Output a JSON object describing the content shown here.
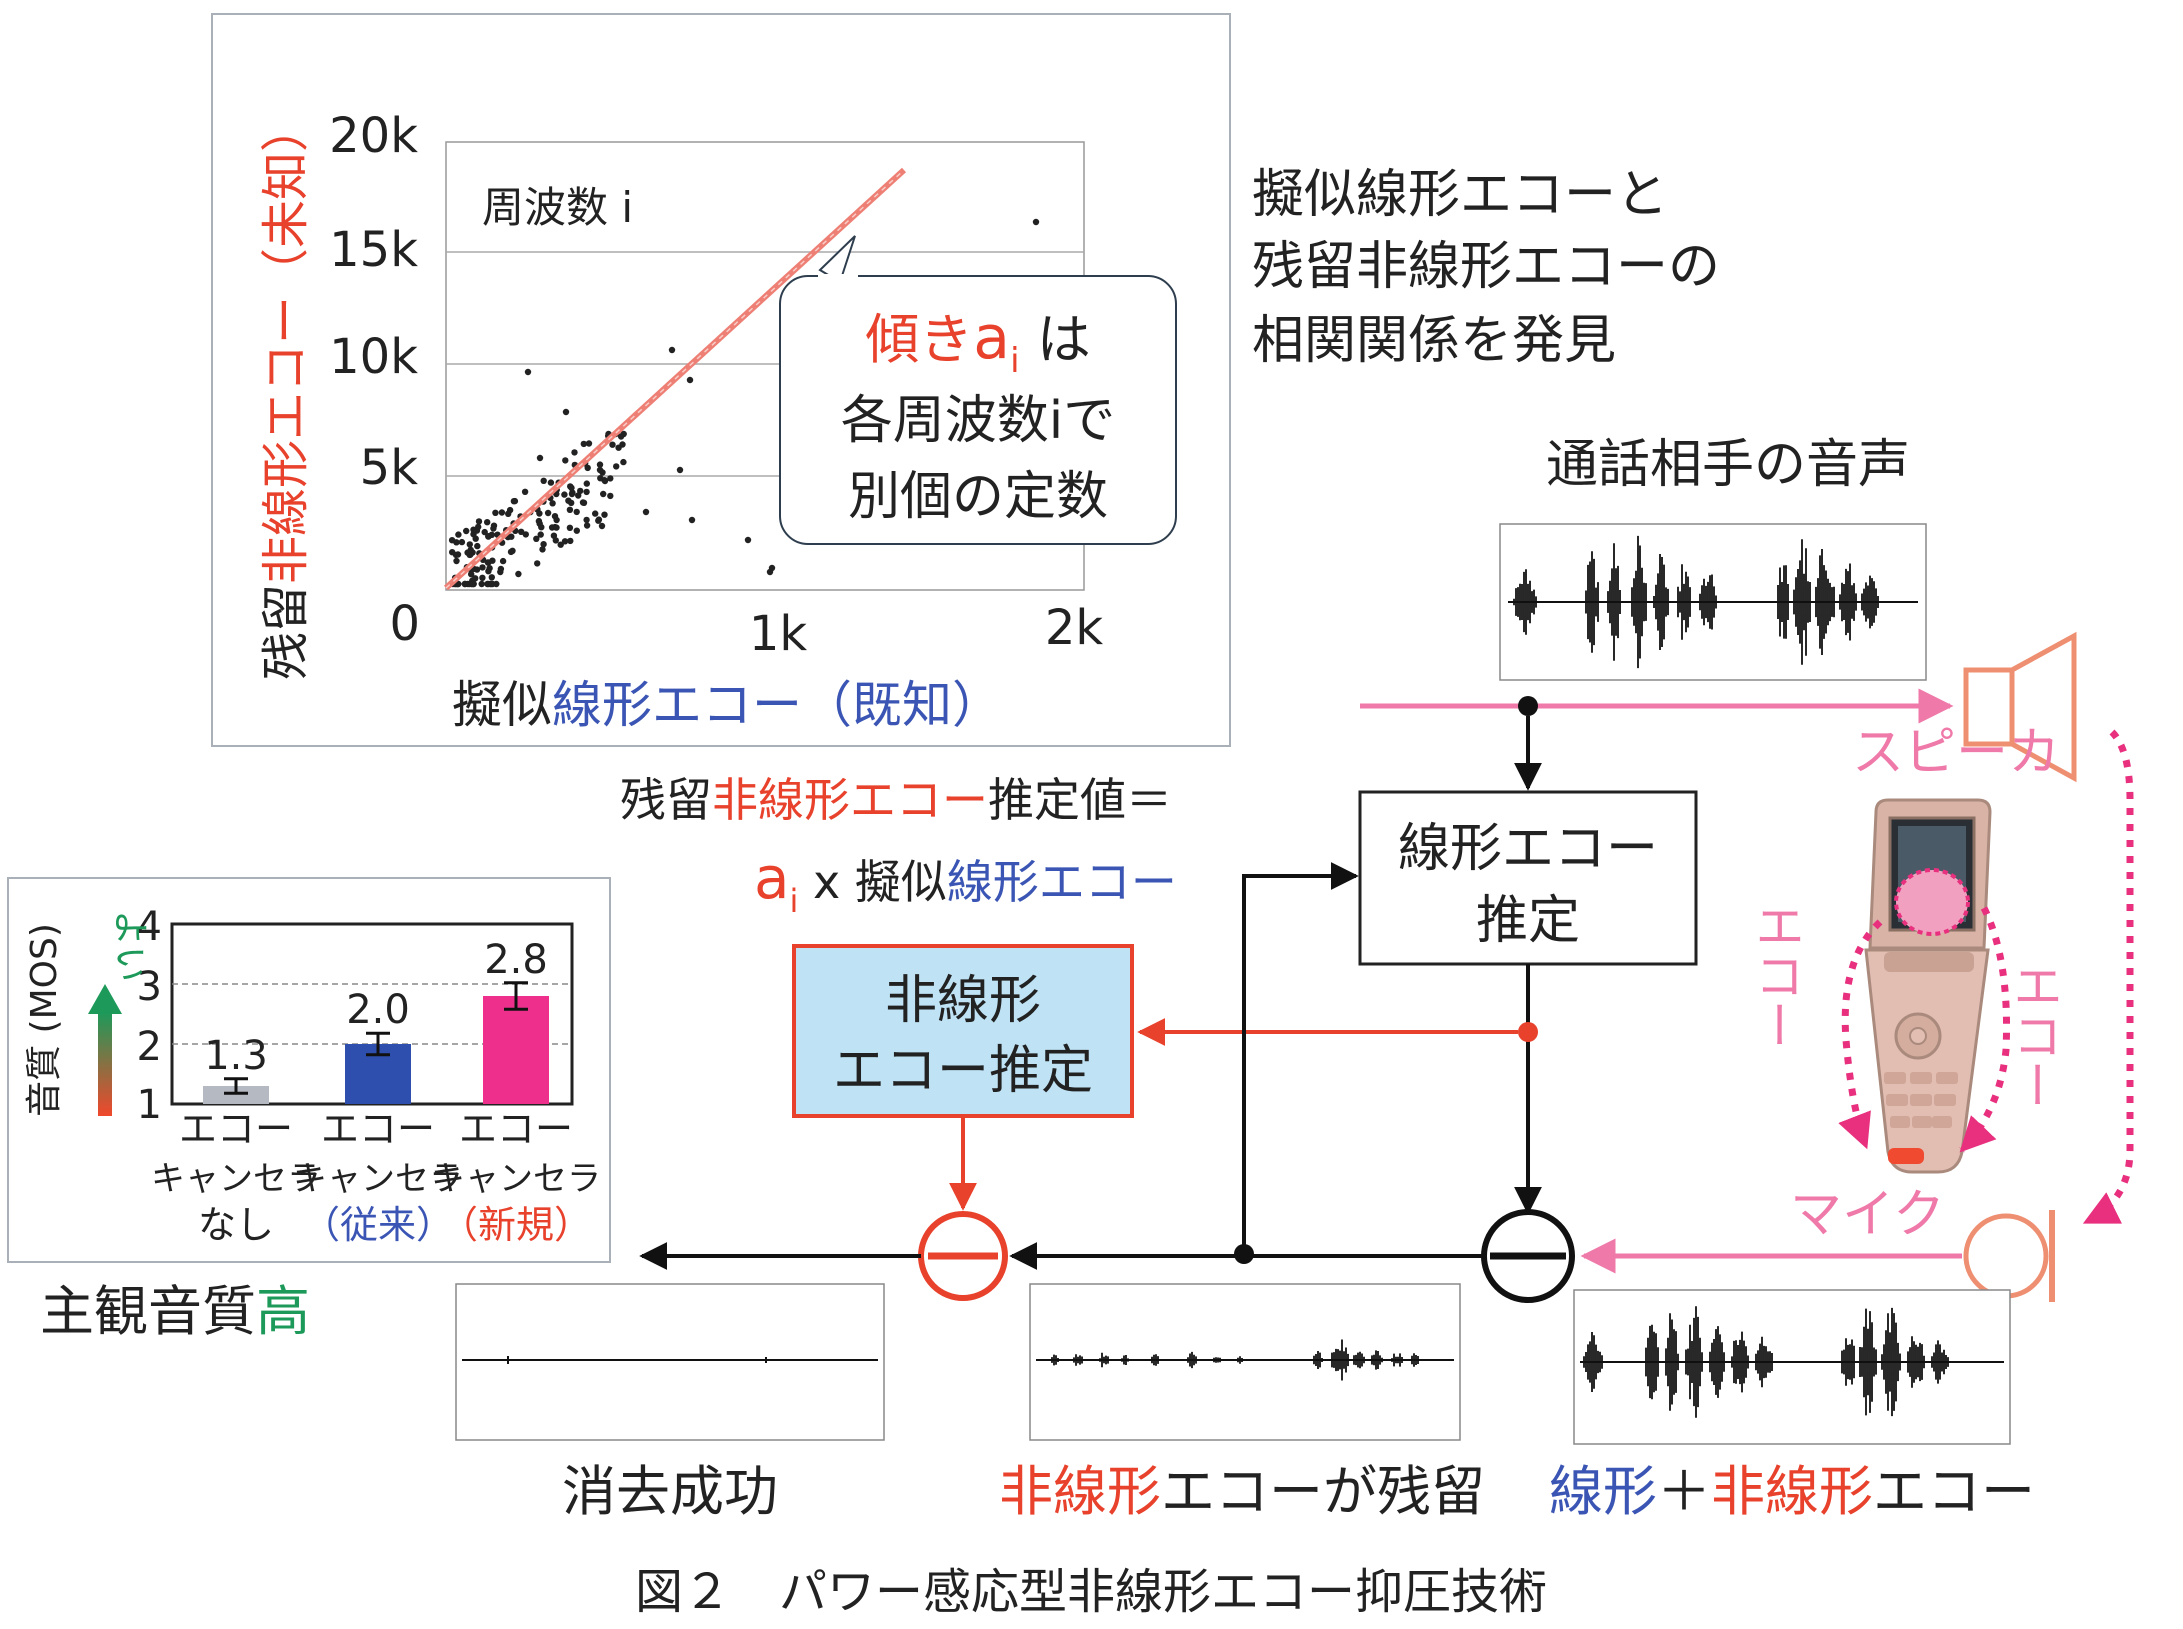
{
  "figure": {
    "caption": "図２　パワー感応型非線形エコー抑圧技術"
  },
  "colors": {
    "red": "#e8412c",
    "blue": "#3a55b4",
    "green": "#1d9a5a",
    "pink": "#ef7aa9",
    "salmon": "#ef8f72",
    "box_fill": "#bfe3f5",
    "bar_gray": "#b4b9c2",
    "bar_blue": "#2f4fae",
    "bar_pink": "#ef2f8c"
  },
  "scatter": {
    "ylabel_prefix": "残留",
    "ylabel_colored": "非線形エコー",
    "ylabel_suffix": "（未知）",
    "xlabel_prefix": "擬似",
    "xlabel_colored": "線形エコー",
    "xlabel_suffix": "（既知）",
    "inner_label": "周波数 i",
    "y_ticks": [
      "20k",
      "15k",
      "10k",
      "5k",
      "0"
    ],
    "x_ticks": [
      "1k",
      "2k"
    ],
    "callout": {
      "line1_colored": "傾き",
      "line1_symbol": "a",
      "line1_sub": "i",
      "line1_suffix": " は",
      "line2": "各周波数iで",
      "line3": "別個の定数"
    }
  },
  "discovery_text": [
    "擬似線形エコーと",
    "残留非線形エコーの",
    "相関関係を発見"
  ],
  "far_end_label": "通話相手の音声",
  "speaker_label": "スピーカ",
  "mic_label": "マイク",
  "echo_label": "エコー",
  "formula": {
    "line1_prefix": "残留",
    "line1_colored": "非線形エコー",
    "line1_suffix": "推定値＝",
    "line2_symbol": "a",
    "line2_sub": "i",
    "line2_mid": " x 擬似",
    "line2_colored": "線形エコー"
  },
  "linear_block": {
    "line1": "線形エコー",
    "line2": "推定"
  },
  "nonlinear_block": {
    "line1": "非線形",
    "line2": "エコー推定"
  },
  "mos_chart": {
    "ylabel": "音質 (MOS)",
    "better_label": "よい",
    "y_ticks": [
      "4",
      "3",
      "2",
      "1"
    ],
    "bar_value_labels": [
      "1.3",
      "2.0",
      "2.8"
    ],
    "cat_line1": [
      "エコー",
      "エコー",
      "エコー"
    ],
    "cat_line2": [
      "キャンセラ",
      "キャンセラ",
      "キャンセラ"
    ],
    "cat_line3": [
      "なし",
      "（従来）",
      "（新規）"
    ]
  },
  "chart_data": {
    "type": "bar",
    "categories": [
      "エコーキャンセラなし",
      "エコーキャンセラ（従来）",
      "エコーキャンセラ（新規）"
    ],
    "values": [
      1.3,
      2.0,
      2.8
    ],
    "error": [
      0.12,
      0.18,
      0.22
    ],
    "ylabel": "音質 (MOS)",
    "ylim": [
      1,
      4
    ],
    "grid": true
  },
  "quality_label_prefix": "主観音質",
  "quality_label_colored": "高",
  "wave_labels": {
    "cancelled": "消去成功",
    "residual_colored": "非線形",
    "residual_suffix": "エコーが残留",
    "mixed_linear": "線形",
    "mixed_plus": "＋",
    "mixed_nonlinear": "非線形",
    "mixed_suffix": "エコー"
  }
}
